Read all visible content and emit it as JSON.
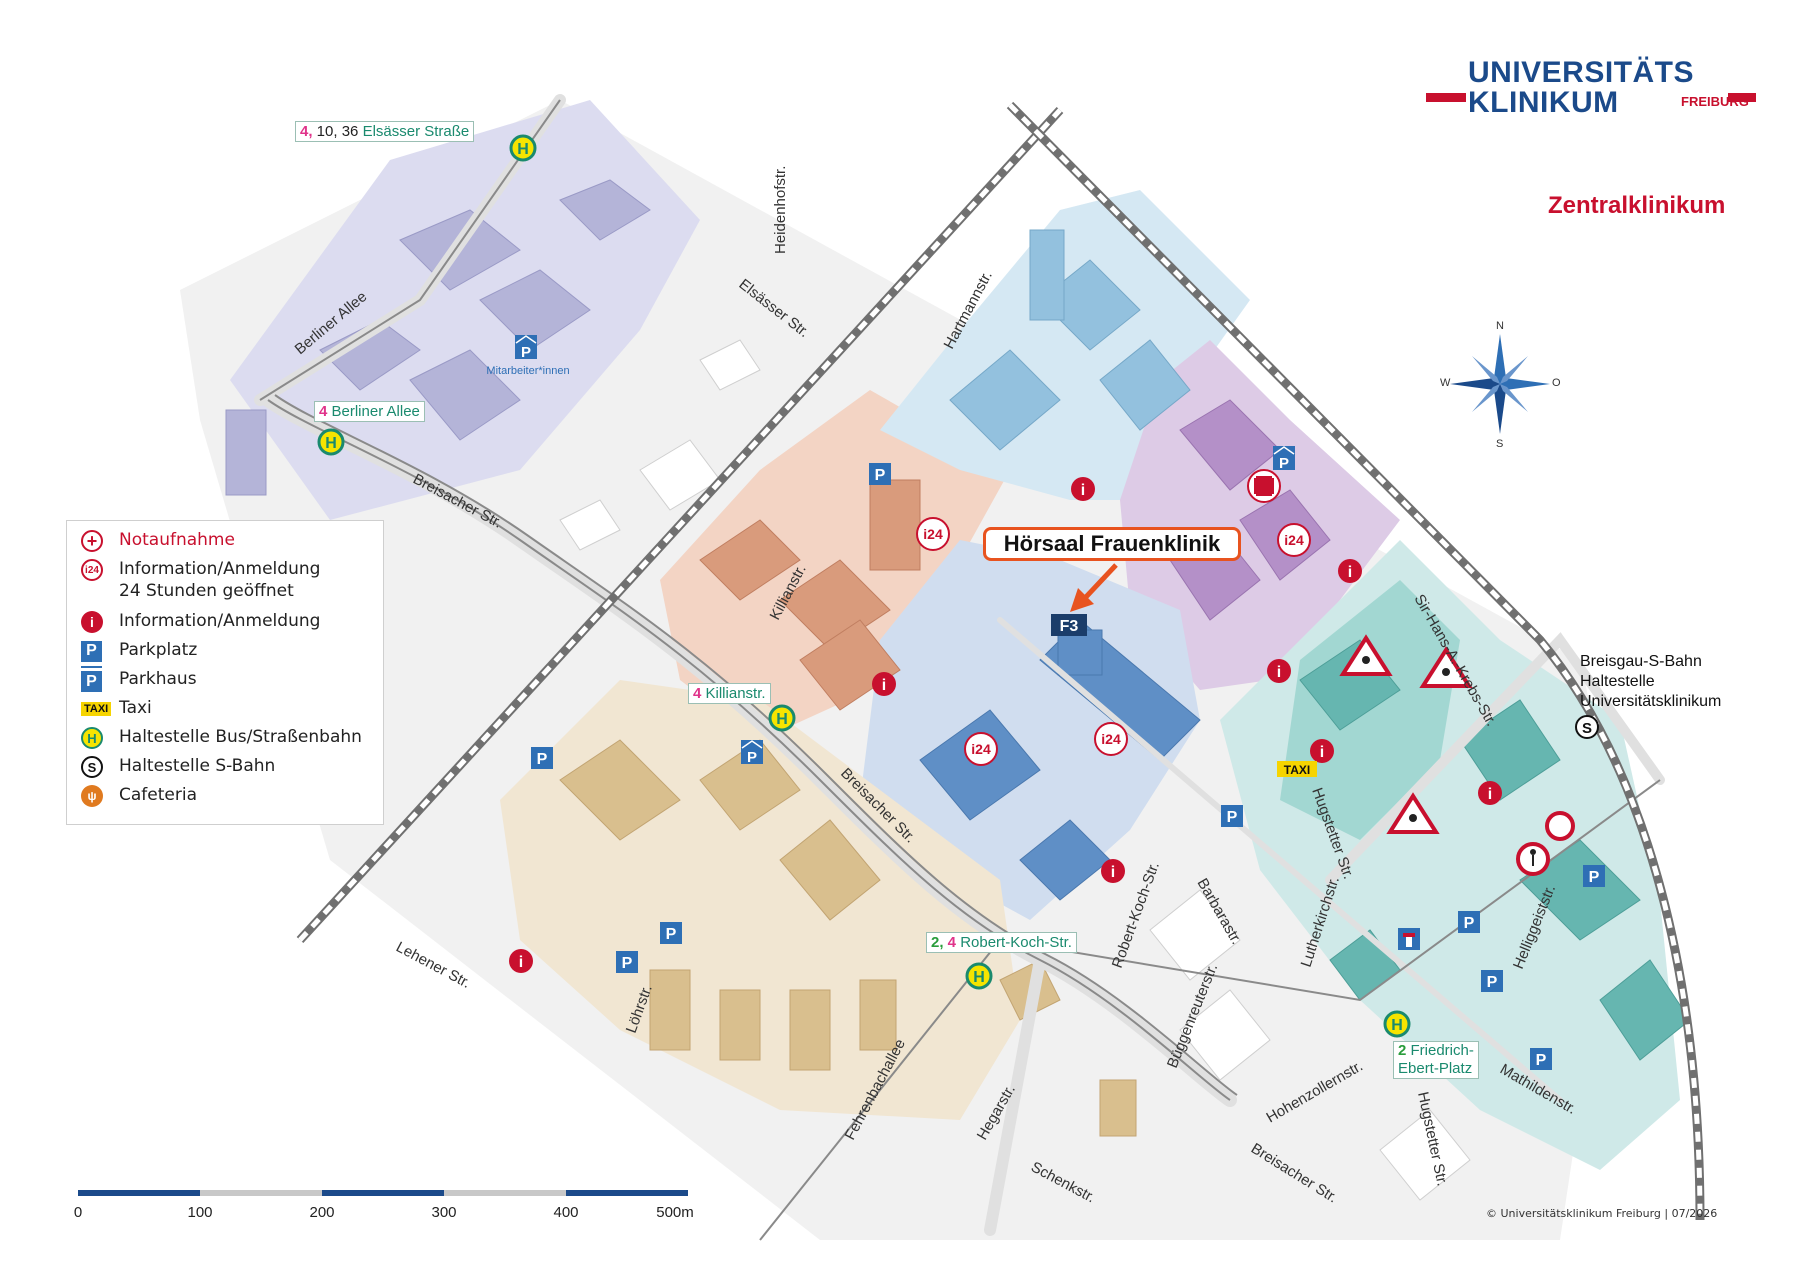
{
  "header": {
    "logo_line1": "UNIVERSITÄTS",
    "logo_line2": "KLINIKUM",
    "logo_freiburg": "FREIBURG",
    "section_title": "Zentralklinikum"
  },
  "callout": {
    "label": "Hörsaal Frauenklinik",
    "building_code": "F3"
  },
  "compass": {
    "n": "N",
    "s": "S",
    "w": "W",
    "o": "O"
  },
  "legend": {
    "emergency": "Notaufnahme",
    "info24_line1": "Information/Anmeldung",
    "info24_line2": "24 Stunden geöffnet",
    "info": "Information/Anmeldung",
    "parking": "Parkplatz",
    "parkhouse": "Parkhaus",
    "taxi_badge": "TAXI",
    "taxi": "Taxi",
    "bus_stop": "Haltestelle Bus/Straßenbahn",
    "sbahn_stop": "Haltestelle S-Bahn",
    "cafeteria": "Cafeteria"
  },
  "stops": {
    "elsaesser": {
      "line_pink": "4,",
      "lines": " 10, 36 ",
      "name": "Elsässer Straße"
    },
    "berliner": {
      "line_pink": "4",
      "name": " Berliner Allee"
    },
    "killian": {
      "line_pink": "4",
      "name": " Killianstr."
    },
    "robert_koch": {
      "line_green": "2,",
      "line_pink": " 4",
      "name": " Robert-Koch-Str."
    },
    "friedrich_1": {
      "line_green": "2",
      "name": " Friedrich-"
    },
    "friedrich_2": "Ebert-Platz"
  },
  "sbahn": {
    "line1": "Breisgau-S-Bahn",
    "line2": "Haltestelle",
    "line3": "Universitätsklinikum"
  },
  "misc": {
    "mitarbeiter": "Mitarbeiter*innen",
    "taxi_badge": "TAXI",
    "stop_h": "H",
    "sbahn_s": "S",
    "parking_p": "P",
    "info_i": "i",
    "info24": "i24"
  },
  "streets": {
    "berliner_allee": "Berliner Allee",
    "heidenhof": "Heidenhofstr.",
    "elsaesser": "Elsässer Str.",
    "hartmann": "Hartmannstr.",
    "breisacher_1": "Breisacher Str.",
    "killian": "Killianstr.",
    "breisacher_2": "Breisacher Str.",
    "lehener": "Lehener Str.",
    "loehr": "Löhrstr.",
    "fehrenbach": "Fehrenbachallee",
    "hegar": "Hegarstr.",
    "schenk": "Schenkstr.",
    "robert_koch": "Robert-Koch-Str.",
    "barbara": "Barbarastr.",
    "bueggenreuter": "Büggenreuterstr.",
    "hugstetter_1": "Hugstetter Str.",
    "lutherkirch": "Lutherkirchstr.",
    "sir_hans": "Sir-Hans-A.-Krebs-Str.",
    "helliggeist": "Helliggeiststr.",
    "hohenzollern": "Hohenzollernstr.",
    "hugstetter_2": "Hugstetter Str.",
    "mathilden": "Mathildenstr.",
    "breisacher_3": "Breisacher Str."
  },
  "scale": {
    "labels": [
      "0",
      "100",
      "200",
      "300",
      "400",
      "500m"
    ],
    "color_dark": "#1b4a8a",
    "color_light": "#c8c8c8"
  },
  "copyright": "© Universitätsklinikum Freiburg | 07/2026",
  "colors": {
    "zone_violet": "#b9b7dd",
    "zone_orange": "#e8a98a",
    "zone_blue": "#a9c6e8",
    "zone_lightblue": "#a9d6e8",
    "zone_purple": "#c3a6d3",
    "zone_teal": "#8fd0c9",
    "zone_tan": "#e6cfa8",
    "brand_red": "#c8102e",
    "brand_blue": "#1b4a8a"
  }
}
